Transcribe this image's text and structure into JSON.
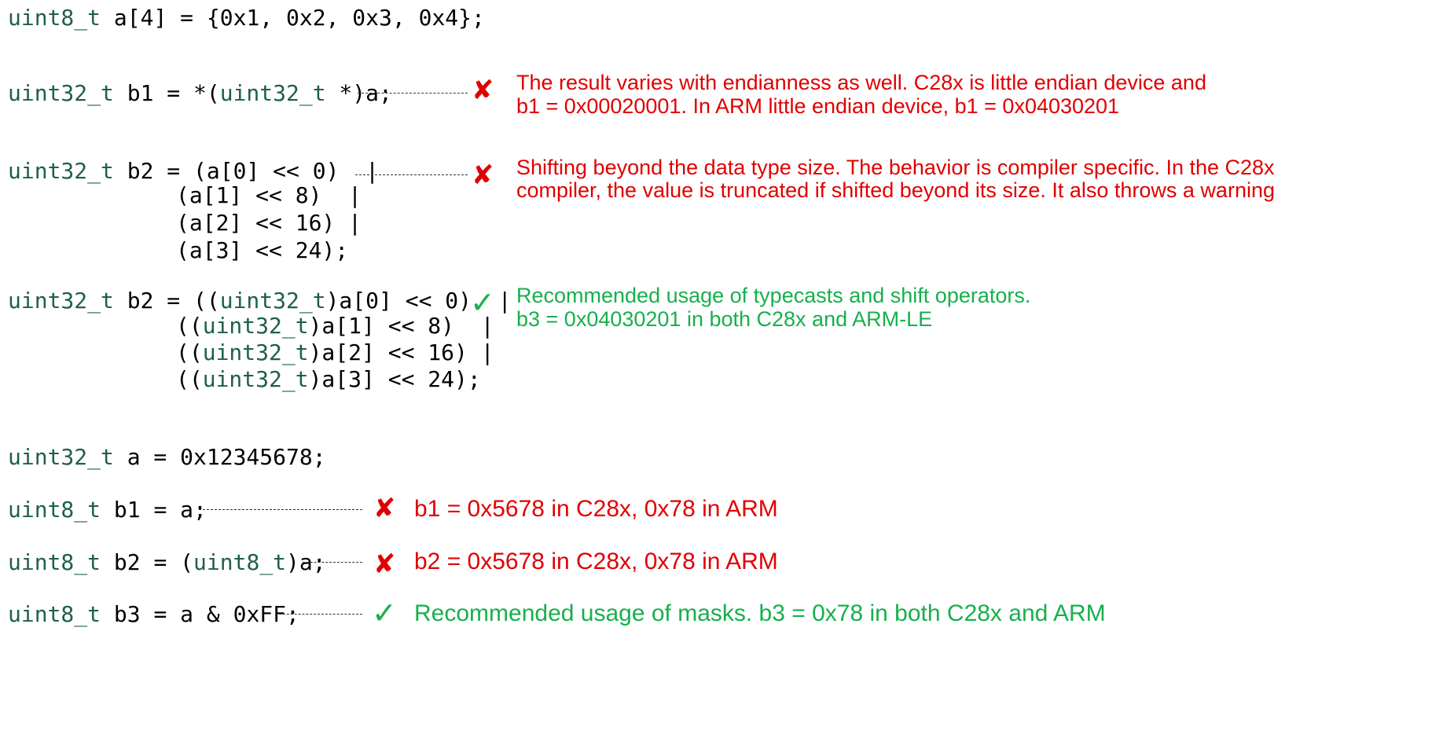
{
  "block1": {
    "decl_a": {
      "type": "uint8_t",
      "rest": " a[4] = {0x1, 0x2, 0x3, 0x4};"
    },
    "b1": {
      "type1": "uint32_t",
      "mid": " b1 = *(",
      "type2": "uint32_t",
      "tail": " *)a;"
    },
    "b2_naive": {
      "type": "uint32_t",
      "line1": " b2 = (a[0] << 0)  |",
      "line2": "(a[1] << 8)  |",
      "line3": "(a[2] << 16) |",
      "line4": "(a[3] << 24);"
    },
    "b2_cast": {
      "type": "uint32_t",
      "line1_pre": " b2 = ((",
      "cast": "uint32_t",
      "line1_post": ")a[0] << 0)  |",
      "line2_pre": "((",
      "line2_post": ")a[1] << 8)  |",
      "line3_pre": "((",
      "line3_post": ")a[2] << 16) |",
      "line4_pre": "((",
      "line4_post": ")a[3] << 24);"
    }
  },
  "notes1": {
    "b1_line1": "The result varies with endianness as well. C28x is little endian device and",
    "b1_line2": "b1 = 0x00020001. In ARM little endian device, b1 = 0x04030201",
    "b2_line1": "Shifting beyond the data type size. The behavior is compiler specific. In the C28x",
    "b2_line2": "compiler, the value is truncated if shifted beyond its size. It also throws a warning",
    "b3_line1": "Recommended usage of typecasts and shift operators.",
    "b3_line2": "b3 = 0x04030201 in both C28x and ARM-LE"
  },
  "block2": {
    "decl_a": {
      "type": "uint32_t",
      "rest": " a = 0x12345678;"
    },
    "b1": {
      "type": "uint8_t",
      "rest": " b1 = a;"
    },
    "b2": {
      "type1": "uint8_t",
      "mid": " b2 = (",
      "type2": "uint8_t",
      "tail": ")a;"
    },
    "b3": {
      "type": "uint8_t",
      "rest": " b3 = a & 0xFF;"
    }
  },
  "notes2": {
    "b1": "b1 = 0x5678 in C28x, 0x78 in ARM",
    "b2": "b2 = 0x5678 in C28x, 0x78 in ARM",
    "b3": "Recommended usage of masks. b3 = 0x78 in both C28x and ARM"
  },
  "marks": {
    "wrong": "✘",
    "right": "✓"
  },
  "colors": {
    "type_keyword": "#1f5f4f",
    "wrong": "#e00000",
    "right": "#16b04c"
  }
}
